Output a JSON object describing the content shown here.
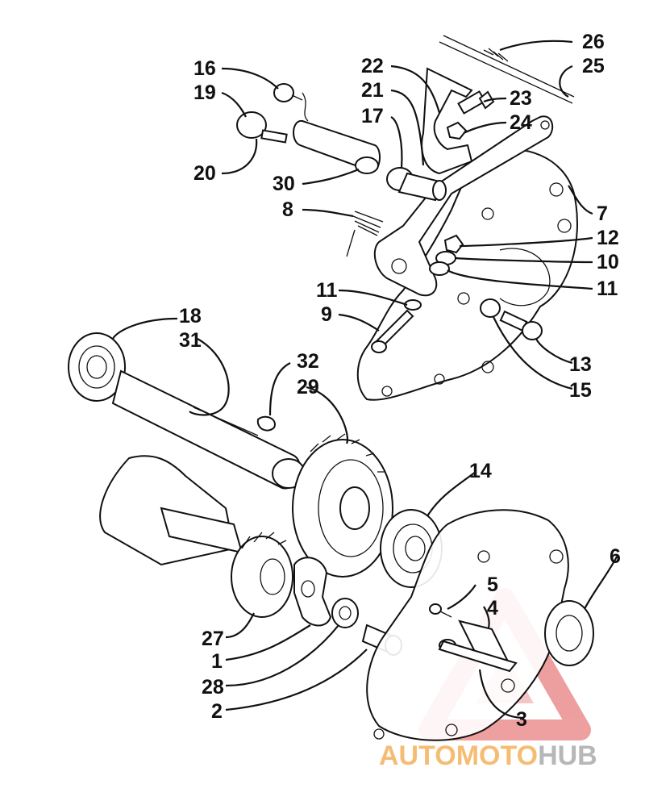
{
  "callouts": {
    "c26": "26",
    "c25": "25",
    "c16": "16",
    "c19": "19",
    "c22": "22",
    "c23": "23",
    "c21": "21",
    "c17": "17",
    "c24": "24",
    "c20": "20",
    "c30": "30",
    "c8": "8",
    "c7": "7",
    "c12": "12",
    "c10": "10",
    "c11a": "11",
    "c11b": "11",
    "c9": "9",
    "c13": "13",
    "c15": "15",
    "c18": "18",
    "c31": "31",
    "c32": "32",
    "c29": "29",
    "c14": "14",
    "c6": "6",
    "c5": "5",
    "c4": "4",
    "c27": "27",
    "c1": "1",
    "c28": "28",
    "c2": "2",
    "c3": "3"
  },
  "watermark": {
    "part1": "AUTOMOTO",
    "part2": "HUB",
    "color_primary": "#f2a23a",
    "color_secondary": "#9a9a9a",
    "triangle_color": "#e05050"
  }
}
